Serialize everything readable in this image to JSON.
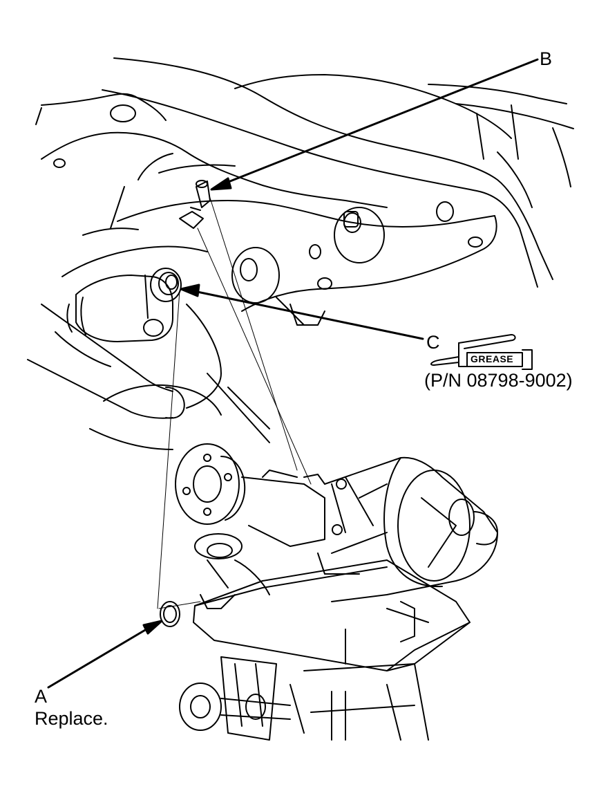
{
  "callouts": {
    "a": "A",
    "a_note": "Replace.",
    "b": "B",
    "c": "C"
  },
  "grease_tool": {
    "label": "GREASE",
    "part_number": "(P/N 08798-9002)"
  },
  "colors": {
    "line": "#000000",
    "background": "#ffffff"
  }
}
